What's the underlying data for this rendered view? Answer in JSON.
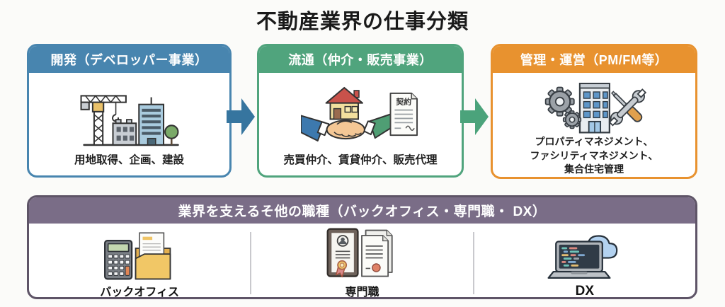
{
  "title": "不動産業界の仕事分類",
  "cards": [
    {
      "id": "development",
      "header": "開発（デベロッパー事業）",
      "caption": "用地取得、企画、建設",
      "accent_color": "#4885AF",
      "icon": "crane-buildings-icon"
    },
    {
      "id": "distribution",
      "header": "流通（仲介・販売事業）",
      "caption": "売買仲介、賃貸仲介、販売代理",
      "accent_color": "#50A47D",
      "icon": "handshake-house-contract-icon"
    },
    {
      "id": "management",
      "header": "管理・運営（PM/FM等）",
      "caption_lines": [
        "プロパティマネジメント、",
        "ファシリティマネジメント、",
        "集合住宅管理"
      ],
      "accent_color": "#E8922F",
      "icon": "gears-building-tools-icon"
    }
  ],
  "contract_doc_label": "契約",
  "arrows": [
    {
      "name": "flow-arrow-1",
      "color": "#36759F"
    },
    {
      "name": "flow-arrow-2",
      "color": "#4BA37B"
    }
  ],
  "other_section": {
    "header": "業界を支えるそ他の職種（バックオフィス・専門職・ DX）",
    "accent_color": "#7A6D87",
    "border_color": "#5E5467",
    "columns": [
      {
        "label": "バックオフィス",
        "icon": "calculator-folder-icon"
      },
      {
        "label": "専門職",
        "icon": "certificate-documents-icon"
      },
      {
        "label": "DX",
        "icon": "laptop-cloud-icon"
      }
    ]
  }
}
